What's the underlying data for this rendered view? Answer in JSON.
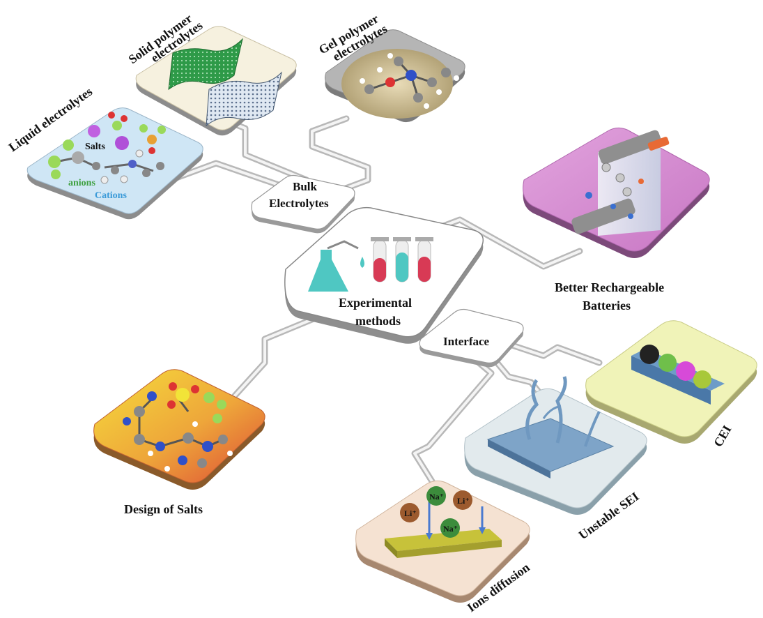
{
  "center": {
    "label_line1": "Experimental",
    "label_line2": "methods"
  },
  "bulk": {
    "label_line1": "Bulk",
    "label_line2": "Electrolytes"
  },
  "interface": {
    "label": "Interface"
  },
  "liquid": {
    "title": "Liquid  electrolytes",
    "salts": "Salts",
    "anions": "anions",
    "cations": "Cations"
  },
  "solid": {
    "title_line1": "Solid polymer",
    "title_line2": "electrolytes"
  },
  "gel": {
    "title_line1": "Gel polymer",
    "title_line2": "electrolytes"
  },
  "batteries": {
    "title_line1": "Better Rechargeable",
    "title_line2": "Batteries"
  },
  "salts_design": {
    "title": "Design of Salts"
  },
  "sei": {
    "title": "Unstable SEI"
  },
  "cei": {
    "title": "CEI"
  },
  "ions": {
    "title": "Ions diffusion",
    "li1": "Li⁺",
    "na1": "Na⁺",
    "li2": "Li⁺",
    "na2": "Na⁺"
  },
  "colors": {
    "wire": "#b8b8b8",
    "liquid_bg": "#cfe6f5",
    "gel_bg": "#b5b5b5",
    "battery_bg": "#d58fd0",
    "cei_bg": "#f0f3b8",
    "salts_bg_start": "#f2d23a",
    "salts_bg_end": "#e0603a"
  }
}
